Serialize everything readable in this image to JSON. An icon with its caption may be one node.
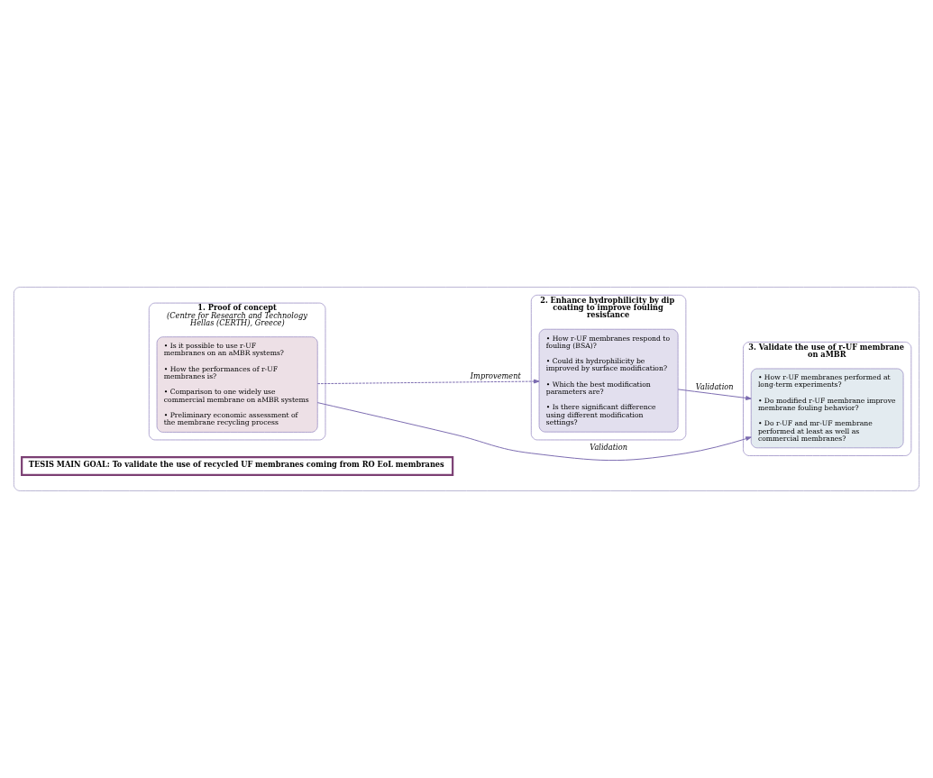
{
  "diagram": {
    "nodes": [
      {
        "text": [],
        "shape": "box"
      },
      {
        "text": [
          "TESIS MAIN GOAL: To validate the use of recycled UF membranes coming from RO EoL membranes"
        ],
        "in": 0
      },
      {
        "text": [
          "1. Proof of concept",
          "(Centre for Research and Technology Hellas (CERTH), Greece)"
        ],
        "in": 0
      },
      {
        "text": [
          "• Is it possible to use r-UF membranes on an aMBR systems?",
          "• How the performances of r-UF membranes is?",
          "• Comparison to one widely use commercial membrane on aMBR systems",
          "• Preliminary economic assessment of the membrane recycling process"
        ],
        "in": 2
      },
      {
        "text": [
          "3. Validate the use of r-UF membrane on aMBR"
        ],
        "in": 0
      },
      {
        "text": [
          "• How r-UF membranes performed at long-term experiments?",
          "• Do modified r-UF membrane improve membrane fouling behavior?",
          "• Do r-UF and mr-UF membrane performed at least as well as commercial membranes?"
        ],
        "in": 4
      },
      {
        "text": [
          "2. Enhance hydrophilicity by dip coating to improve fouling resistance"
        ],
        "in": 0
      },
      {
        "text": [
          "• How r-UF membranes respond to fouling (BSA)?",
          "• Could its hydrophilicity be improved by surface modification?",
          "• Which the best modification parameters are?",
          "• Is there significant difference using different modification settings?"
        ],
        "in": 6
      }
    ],
    "edges": [
      {
        "from": 3,
        "to": 5,
        "arrow": "to",
        "label": "Validation"
      },
      {
        "from": 3,
        "to": 7,
        "arrow": "to",
        "label": "Improvement",
        "style": "dashed"
      },
      {
        "from": 7,
        "to": 5,
        "arrow": "to",
        "label": "Validation"
      }
    ]
  }
}
